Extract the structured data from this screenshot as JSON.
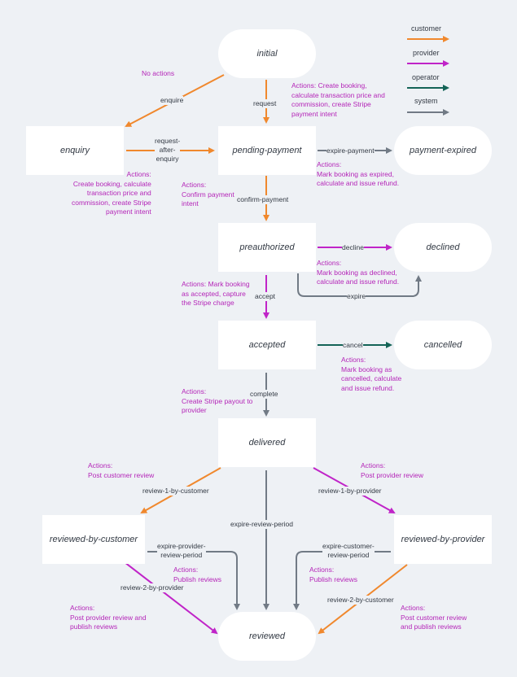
{
  "colors": {
    "customer": "#f0882d",
    "provider": "#c024c8",
    "operator": "#146457",
    "system": "#717a85",
    "action": "#b425b8",
    "background": "#eef1f5"
  },
  "legend": {
    "customer": "customer",
    "provider": "provider",
    "operator": "operator",
    "system": "system"
  },
  "nodes": {
    "initial": "initial",
    "enquiry": "enquiry",
    "pending_payment": "pending-payment",
    "payment_expired": "payment-expired",
    "preauthorized": "preauthorized",
    "declined": "declined",
    "accepted": "accepted",
    "cancelled": "cancelled",
    "delivered": "delivered",
    "reviewed_by_customer": "reviewed-by-customer",
    "reviewed_by_provider": "reviewed-by-provider",
    "reviewed": "reviewed"
  },
  "transitions": {
    "enquire": "enquire",
    "request": "request",
    "request_after_enquiry": "request-\nafter-\nenquiry",
    "expire_payment": "expire-payment",
    "confirm_payment": "confirm-payment",
    "decline": "decline",
    "expire": "expire",
    "accept": "accept",
    "cancel": "cancel",
    "complete": "complete",
    "review_1_by_customer": "review-1-by-customer",
    "review_1_by_provider": "review-1-by-provider",
    "expire_review_period": "expire-review-period",
    "expire_provider_review_period": "expire-provider-\nreview-period",
    "expire_customer_review_period": "expire-customer-\nreview-period",
    "review_2_by_provider": "review-2-by-provider",
    "review_2_by_customer": "review-2-by-customer"
  },
  "actions": {
    "no_actions": "No actions",
    "request": "Actions: Create booking,\ncalculate transaction price and\ncommission, create Stripe\npayment intent",
    "request_after_enquiry": "Actions:\nCreate booking, calculate\ntransaction price and\ncommission, create Stripe\npayment intent",
    "confirm_payment": "Actions:\nConfirm payment\nintent",
    "expire_payment": "Actions:\nMark booking as expired,\ncalculate and issue refund.",
    "decline": "Actions:\nMark booking as declined,\ncalculate and issue refund.",
    "accept": "Actions: Mark booking\nas accepted, capture\nthe Stripe charge",
    "cancel": "Actions:\nMark booking as\ncancelled, calculate\nand issue refund.",
    "complete": "Actions:\nCreate Stripe payout to\nprovider",
    "review_1_by_customer": "Actions:\nPost customer review",
    "review_1_by_provider": "Actions:\nPost provider review",
    "publish_left": "Actions:\nPublish reviews",
    "publish_right": "Actions:\nPublish reviews",
    "review_2_by_provider": "Actions:\nPost provider review and\npublish reviews",
    "review_2_by_customer": "Actions:\nPost customer review\nand publish reviews"
  }
}
